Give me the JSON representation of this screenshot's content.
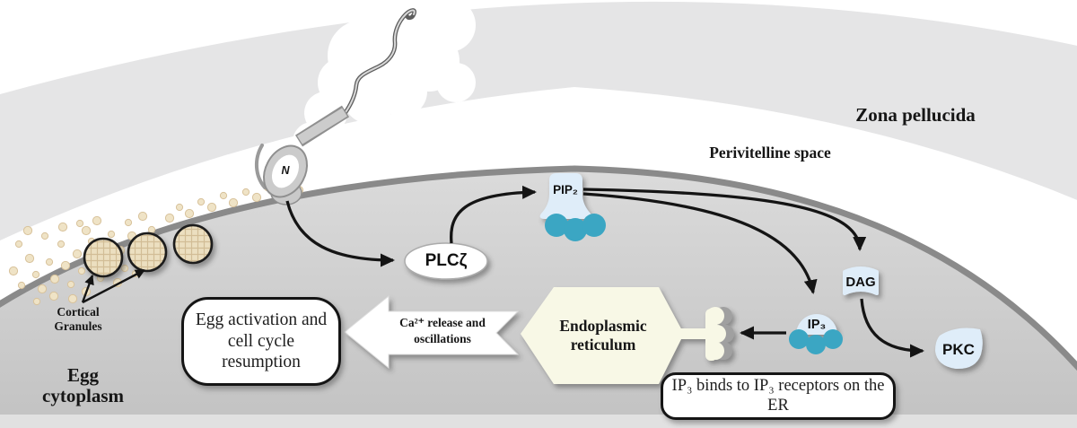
{
  "scene": {
    "zona_label": "Zona pellucida",
    "perivitelline_label": "Perivitelline space",
    "egg_cytoplasm_label": "Egg cytoplasm",
    "cortical_granules_label": "Cortical Granules",
    "nucleus_label": "N"
  },
  "molecules": {
    "plcz": "PLCζ",
    "pip2": "PIP₂",
    "dag": "DAG",
    "ip3": "IP₃",
    "pkc": "PKC"
  },
  "callouts": {
    "egg_activation": "Egg activation and cell cycle resumption",
    "ca_release": "Ca²⁺ release and oscillations",
    "er": "Endoplasmic reticulum",
    "ip3_binds": "IP₃ binds to IP₃ receptors on the ER"
  },
  "colors": {
    "teal": "#3ba6c3",
    "molecule_blue": "#dfedf9",
    "er_cream": "#f8f8e6",
    "granule_tan": "#ecdfc0",
    "zona_gray": "#e5e5e6",
    "membrane_gray": "#8a8a8a"
  }
}
